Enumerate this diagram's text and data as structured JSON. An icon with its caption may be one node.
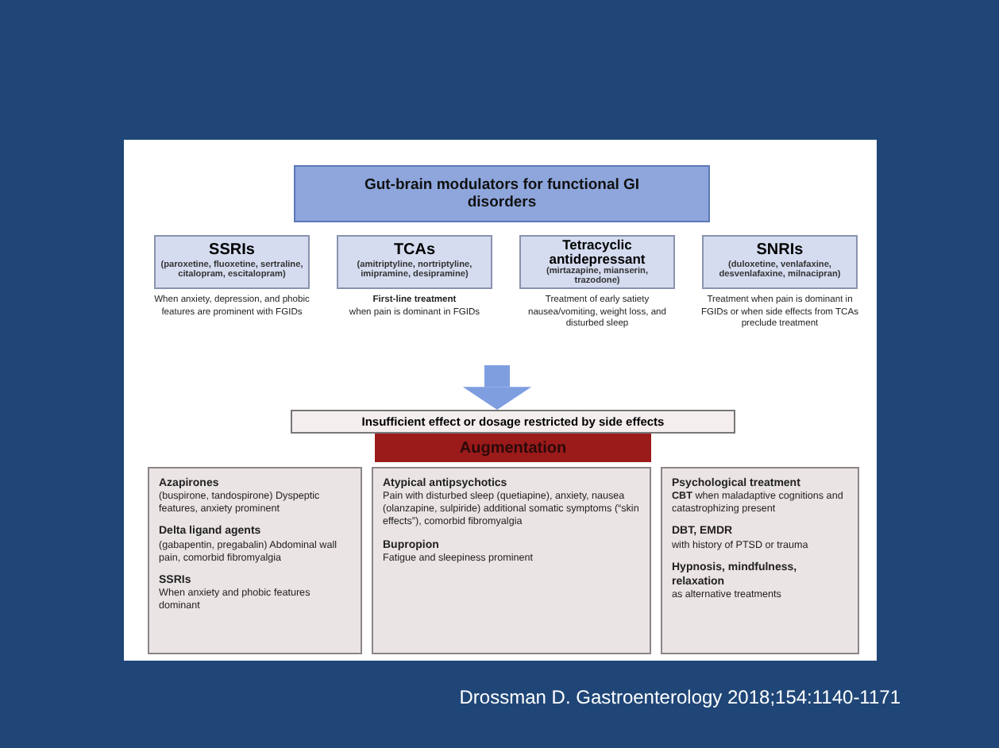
{
  "diagram": {
    "caption": "Drossman D.  Gastroenterology 2018;154:1140-1171",
    "nodes": [
      {
        "text": [
          "Gut-brain modulators for functional GI disorders"
        ]
      },
      {
        "text": [
          "SSRIs",
          "(paroxetine, fluoxetine, sertraline, citalopram, escitalopram)"
        ],
        "beside": [
          "When anxiety, depression, and phobic features are prominent with FGIDs"
        ]
      },
      {
        "text": [
          "TCAs",
          "(amitriptyline, nortriptyline, imipramine, desipramine)"
        ],
        "beside": [
          "**First-line treatment** when pain is dominant in FGIDs"
        ]
      },
      {
        "text": [
          "Tetracyclic antidepressant",
          "(mirtazapine, mianserin, trazodone)"
        ],
        "beside": [
          "Treatment of early satiety nausea/vomiting, weight loss, and disturbed sleep"
        ]
      },
      {
        "text": [
          "SNRIs",
          "(duloxetine, venlafaxine, desvenlafaxine, milnacipran)"
        ],
        "beside": [
          "Treatment when pain is dominant in FGIDs or when side effects from TCAs preclude treatment"
        ]
      },
      {
        "text": [
          "Insufficient effect or dosage restricted by side effects"
        ]
      },
      {
        "text": [
          "Augmentation"
        ]
      },
      {
        "text": [
          "**Azapirones** (buspirone, tandospirone) Dyspeptic features, anxiety prominent",
          "**Delta ligand agents** (gabapentin, pregabalin) Abdominal wall pain, comorbid fibromyalgia",
          "**SSRIs** When anxiety and phobic features dominant"
        ]
      },
      {
        "text": [
          "**Atypical antipsychotics** Pain with disturbed sleep (quetiapine), anxiety, nausea (olanzapine, sulpiride) additional somatic symptoms (“skin effects”), comorbid fibromyalgia",
          "**Bupropion** Fatigue and sleepiness prominent"
        ]
      },
      {
        "text": [
          "**Psychological treatment** **CBT** when maladaptive cognitions and catastrophizing present",
          "**DBT, EMDR** with history of PTSD or trauma",
          "**Hypnosis, mindfulness, relaxation** as alternative treatments"
        ]
      }
    ],
    "edges": [
      {
        "from": null,
        "to": 5,
        "arrow": "to",
        "color": "#7e9ee0"
      }
    ]
  }
}
